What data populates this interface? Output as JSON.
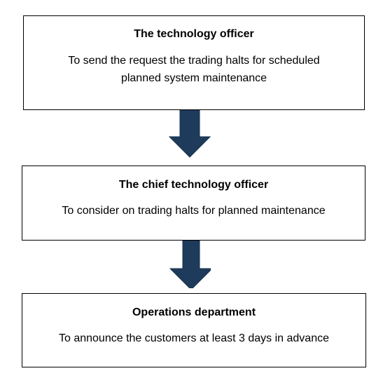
{
  "steps": [
    {
      "title": "The technology officer",
      "description_line1": "To send the request the trading halts for scheduled",
      "description_line2": "planned system maintenance"
    },
    {
      "title": "The chief technology officer",
      "description_line1": "To consider on trading halts for planned maintenance"
    },
    {
      "title": "Operations department",
      "description_line1": "To announce the customers at least 3 days in advance"
    }
  ],
  "colors": {
    "arrow_fill": "#1F3B5C",
    "arrow_stroke": "#17324F",
    "box_border": "#000000"
  }
}
